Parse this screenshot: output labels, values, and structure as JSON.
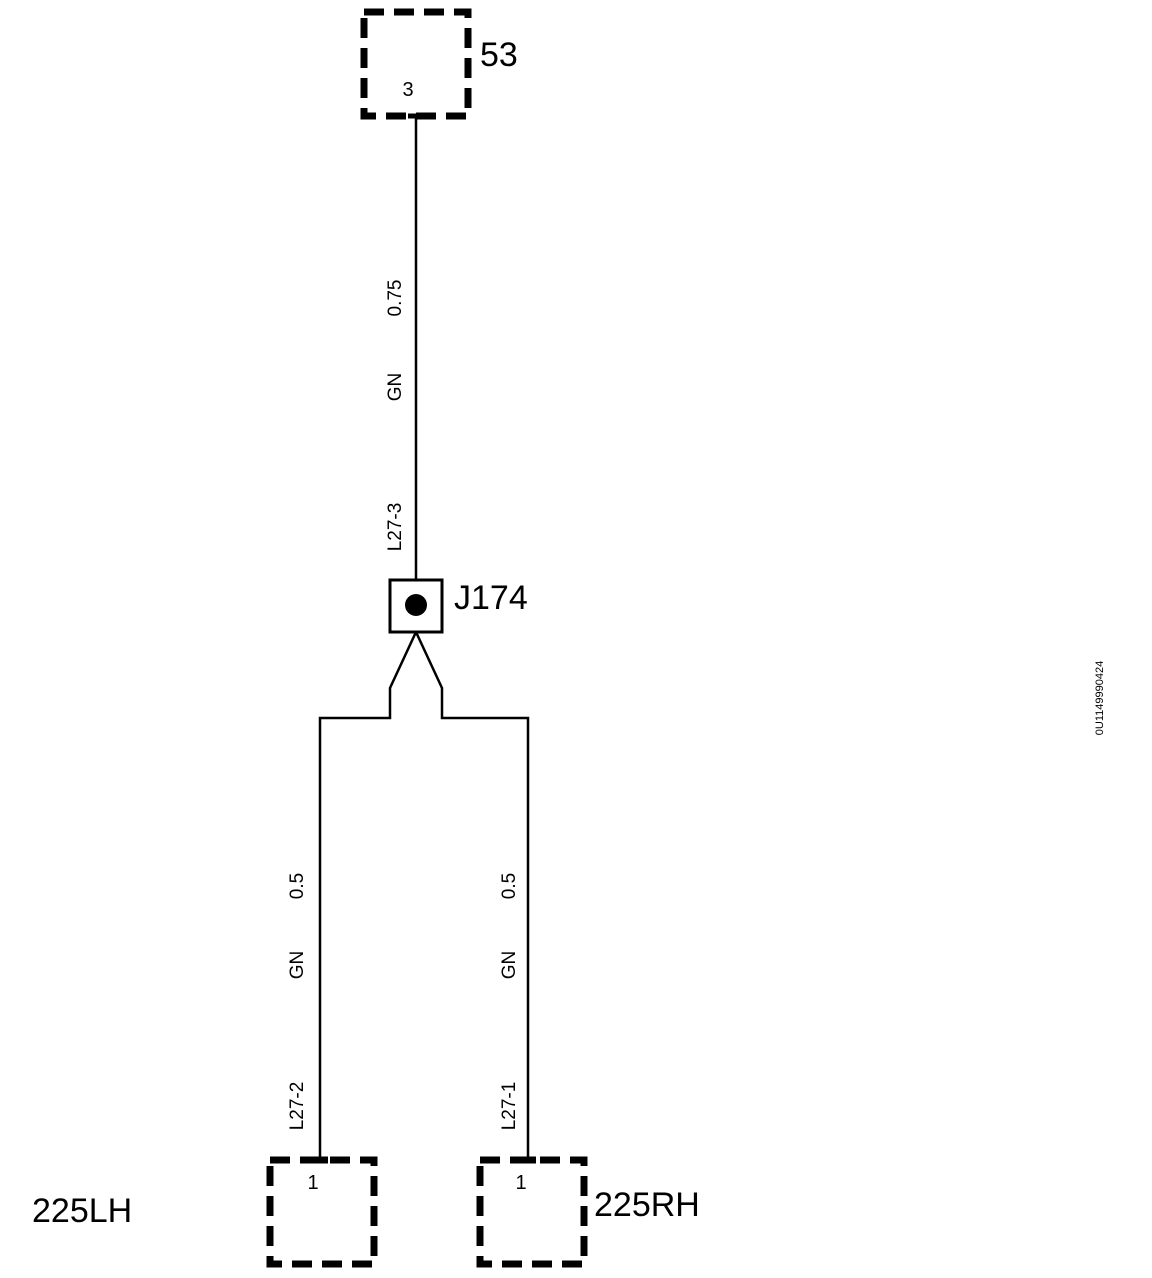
{
  "connectors": {
    "top": {
      "name": "53",
      "pin": "3"
    },
    "left": {
      "name": "225LH",
      "pin": "1"
    },
    "right": {
      "name": "225RH",
      "pin": "1"
    }
  },
  "splice": {
    "name": "J174"
  },
  "wires": {
    "main": {
      "size": "0.75",
      "color": "GN",
      "id": "L27-3"
    },
    "left": {
      "size": "0.5",
      "color": "GN",
      "id": "L27-2"
    },
    "right": {
      "size": "0.5",
      "color": "GN",
      "id": "L27-1"
    }
  },
  "document_id": "0U1149990424",
  "colors": {
    "ink": "#000000",
    "background": "#ffffff"
  }
}
